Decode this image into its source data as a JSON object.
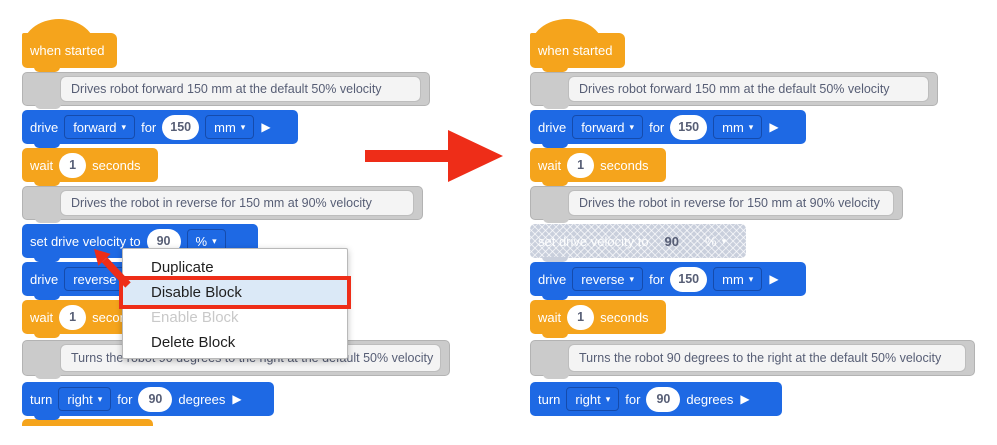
{
  "colors": {
    "block_blue": "#1E69E4",
    "block_orange": "#F5A41C",
    "comment_gray": "#CBCBCB",
    "disabled_fill": "#C9CFDC",
    "accent_red": "#EE2D18",
    "menu_highlight": "#DBE9F7",
    "block_text_dark": "#575E75"
  },
  "icons": {
    "dropdown_caret": "▾",
    "expand_play": "▶",
    "transition_arrow": "red-right-arrow",
    "pointer_arrow": "red-pointer-arrow"
  },
  "program": {
    "hat_label": "when started",
    "comment_forward": "Drives robot forward 150 mm at the default 50% velocity",
    "comment_reverse": "Drives the robot in reverse for 150 mm at 90% velocity",
    "comment_turn": "Turns the robot 90 degrees to the right at the default 50% velocity",
    "drive_forward": {
      "verb": "drive",
      "direction": "forward",
      "for_label": "for",
      "distance": "150",
      "unit": "mm"
    },
    "drive_reverse": {
      "verb": "drive",
      "direction": "reverse",
      "for_label": "for",
      "distance": "150",
      "unit": "mm"
    },
    "wait": {
      "verb": "wait",
      "seconds": "1",
      "unit_label": "seconds"
    },
    "set_velocity": {
      "label": "set drive velocity to",
      "value": "90",
      "unit": "%"
    },
    "turn": {
      "verb": "turn",
      "direction": "right",
      "for_label": "for",
      "degrees": "90",
      "unit_label": "degrees"
    }
  },
  "context_menu": {
    "items": [
      {
        "label": "Duplicate"
      },
      {
        "label": "Disable Block"
      },
      {
        "label": "Enable Block"
      },
      {
        "label": "Delete Block"
      }
    ]
  }
}
